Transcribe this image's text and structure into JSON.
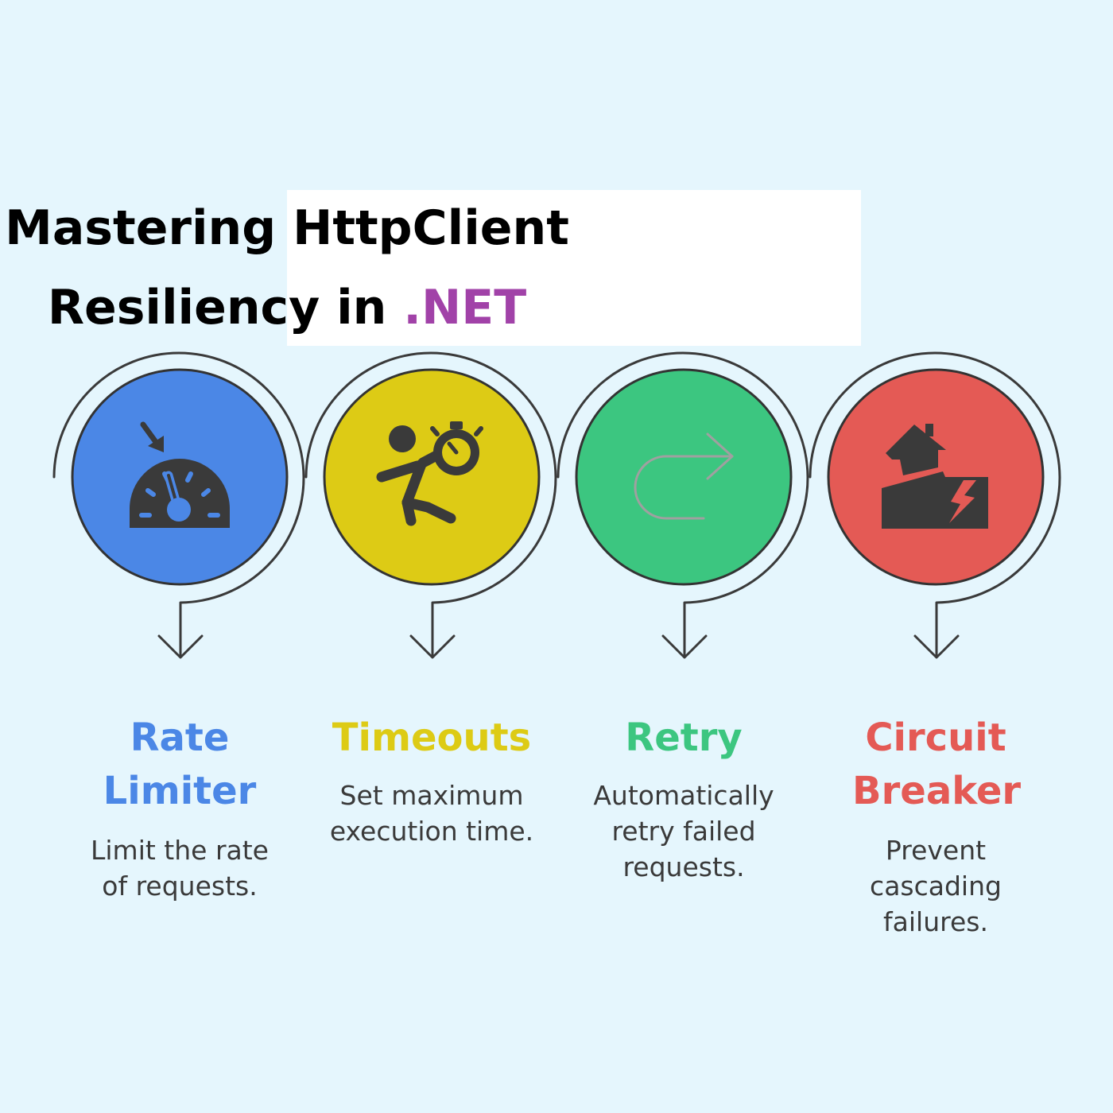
{
  "title": {
    "line1": "Mastering HttpClient",
    "line2_prefix": "Resiliency in",
    "line2_highlight": ".NET",
    "highlight_color": "#a142a8"
  },
  "steps": [
    {
      "title": "Rate Limiter",
      "description": "Limit the rate of requests.",
      "color": "#4b87e6",
      "icon": "speedometer-icon"
    },
    {
      "title": "Timeouts",
      "description": "Set maximum execution time.",
      "color": "#ddcb15",
      "icon": "running-person-stopwatch-icon"
    },
    {
      "title": "Retry",
      "description": "Automatically retry failed requests.",
      "color": "#3cc680",
      "icon": "retry-arrow-icon"
    },
    {
      "title": "Circuit Breaker",
      "description": "Prevent cascading failures.",
      "color": "#e45a55",
      "icon": "broken-house-icon"
    }
  ]
}
